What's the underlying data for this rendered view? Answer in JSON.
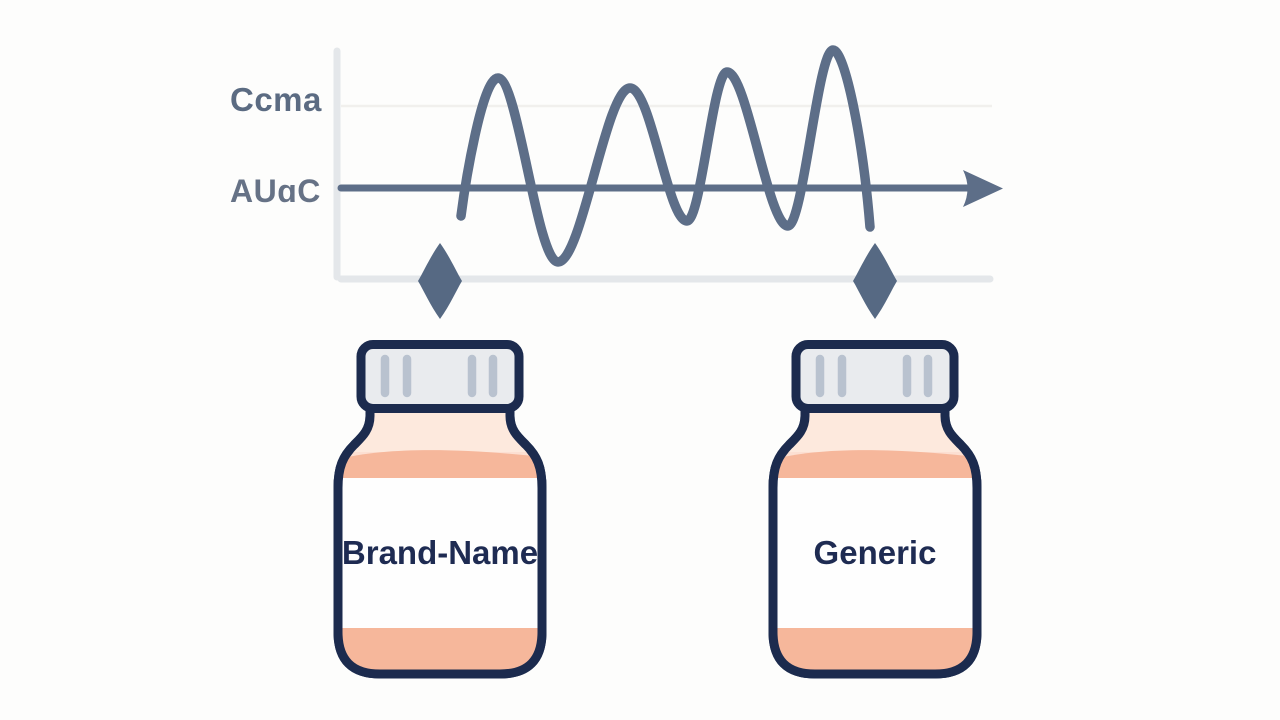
{
  "colors": {
    "background": "#fdfdfc",
    "curve_slate": "#5d6e88",
    "diamond_marker": "#566983",
    "axis_gray": "#e4e7ea",
    "gridline_faint": "#f1f0ed",
    "axis_label_text": "#5b6b82",
    "bottle_outline_navy": "#1c2b4e",
    "cap_fill": "#e9ebee",
    "cap_ridge": "#b9c2cf",
    "body_peach": "#fcdfd2",
    "body_peach_light": "#fde9dd",
    "band_salmon": "#f6b79b",
    "label_band_white": "#fefefe",
    "label_text_navy": "#1e2b52"
  },
  "chart": {
    "label_cmax": "Ccma",
    "label_auc": "AUɑC",
    "curve_type": "oscillating concentration wave with rightward arrow axis",
    "marker_shape": "diamond",
    "markers_align_with": [
      "Brand-Name bottle",
      "Generic bottle"
    ]
  },
  "bottles": [
    {
      "label": "Brand-Name"
    },
    {
      "label": "Generic"
    }
  ]
}
